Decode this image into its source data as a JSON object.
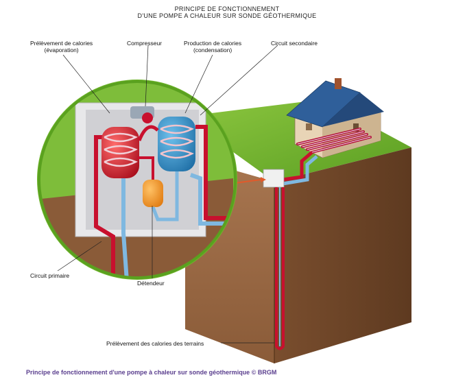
{
  "title": {
    "line1": "PRINCIPE DE FONCTIONNEMENT",
    "line2": "D'UNE POMPE A CHALEUR SUR SONDE GÉOTHERMIQUE"
  },
  "labels": {
    "prelevement_calories_1": "Prélèvement de calories",
    "prelevement_calories_2": "(évaporation)",
    "compresseur": "Compresseur",
    "production_calories_1": "Production de calories",
    "production_calories_2": "(condensation)",
    "circuit_secondaire": "Circuit secondaire",
    "circuit_primaire": "Circuit primaire",
    "detendeur": "Détendeur",
    "prelevement_terrains": "Prélèvement des calories des terrains"
  },
  "caption": "Principe de fonctionnement d'une pompe à chaleur sur sonde géothermique © BRGM",
  "colors": {
    "hot": "#c8102e",
    "cold": "#7fb8e0",
    "grass": "#6fb52c",
    "soil": "#9a6b45",
    "caption": "#5a3e8e"
  }
}
